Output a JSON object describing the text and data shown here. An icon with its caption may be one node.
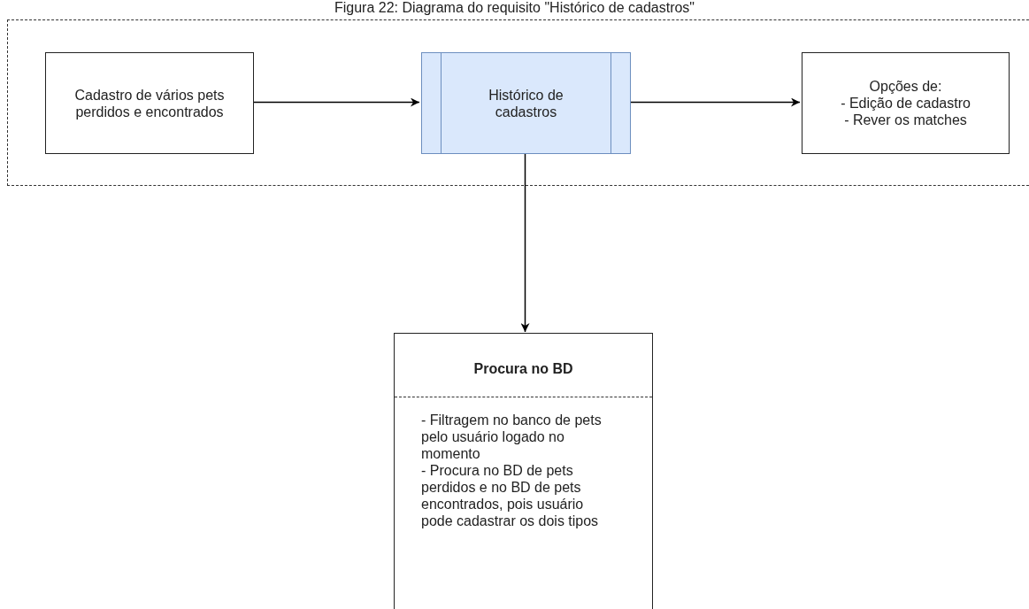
{
  "diagram": {
    "title": "Figura 22: Diagrama do requisito \"Histórico de cadastros\"",
    "nodes": [
      {
        "text": [],
        "shape": "box"
      },
      {
        "text": [
          "Cadastro de vários pets perdidos e encontrados"
        ],
        "in": 0
      },
      {
        "text": [
          "Histórico de cadastros"
        ],
        "in": 0
      },
      {
        "text": [
          "Opções de:",
          "- Edição de cadastro",
          "- Rever os matches"
        ],
        "in": 0
      },
      {
        "text": [
          "Procura no BD",
          "- Filtragem no banco de pets pelo usuário logado no momento",
          "- Procura no BD de pets perdidos e no BD de pets encontrados, pois usuário pode cadastrar os dois tipos"
        ]
      }
    ],
    "edges": [
      {
        "from": 1,
        "to": 2,
        "arrow": "to"
      },
      {
        "from": 2,
        "to": 3,
        "arrow": "to"
      },
      {
        "from": 2,
        "to": 4,
        "arrow": "to"
      }
    ]
  }
}
